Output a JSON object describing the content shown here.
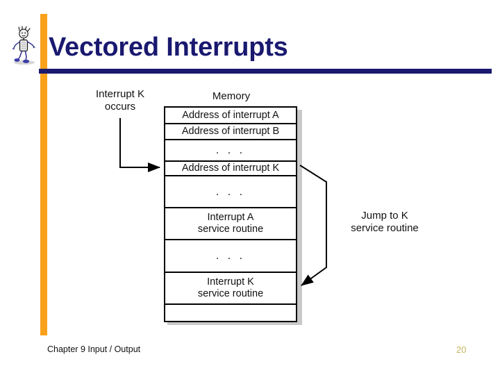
{
  "slide": {
    "title": "Vectored Interrupts",
    "accent_orange": "#F9A11B",
    "accent_navy": "#191970",
    "page_number": "20",
    "footer": "Chapter 9 Input / Output"
  },
  "diagram": {
    "left_label": "Interrupt K\noccurs",
    "memory_label": "Memory",
    "jump_label": "Jump to K\nservice routine",
    "memory_rows": [
      {
        "text": "Address of interrupt A",
        "kind": "entry"
      },
      {
        "text": "Address of interrupt B",
        "kind": "entry"
      },
      {
        "text": ". . .",
        "kind": "dots"
      },
      {
        "text": "Address of interrupt K",
        "kind": "entry"
      },
      {
        "text": ". . .",
        "kind": "dots"
      },
      {
        "text": "Interrupt A\nservice routine",
        "kind": "routine"
      },
      {
        "text": ". . .",
        "kind": "dots"
      },
      {
        "text": "Interrupt K\nservice routine",
        "kind": "routine"
      },
      {
        "text": "",
        "kind": "blank"
      }
    ]
  }
}
